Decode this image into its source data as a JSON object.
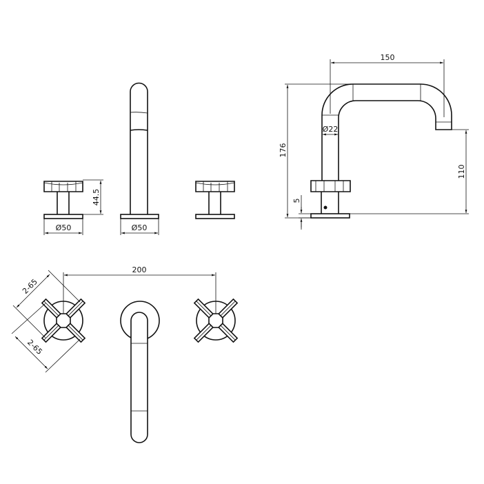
{
  "drawing": {
    "front_view": {
      "handle_height": "44.5",
      "handle_base_diameter": "Ø50",
      "spout_base_diameter": "Ø50"
    },
    "side_view": {
      "spout_reach": "150",
      "total_height": "176",
      "outlet_height": "110",
      "pipe_diameter": "Ø22",
      "base_thickness": "5"
    },
    "top_view": {
      "handle_spacing": "200",
      "handle_span_a": "2-65",
      "handle_span_b": "2-65"
    }
  }
}
